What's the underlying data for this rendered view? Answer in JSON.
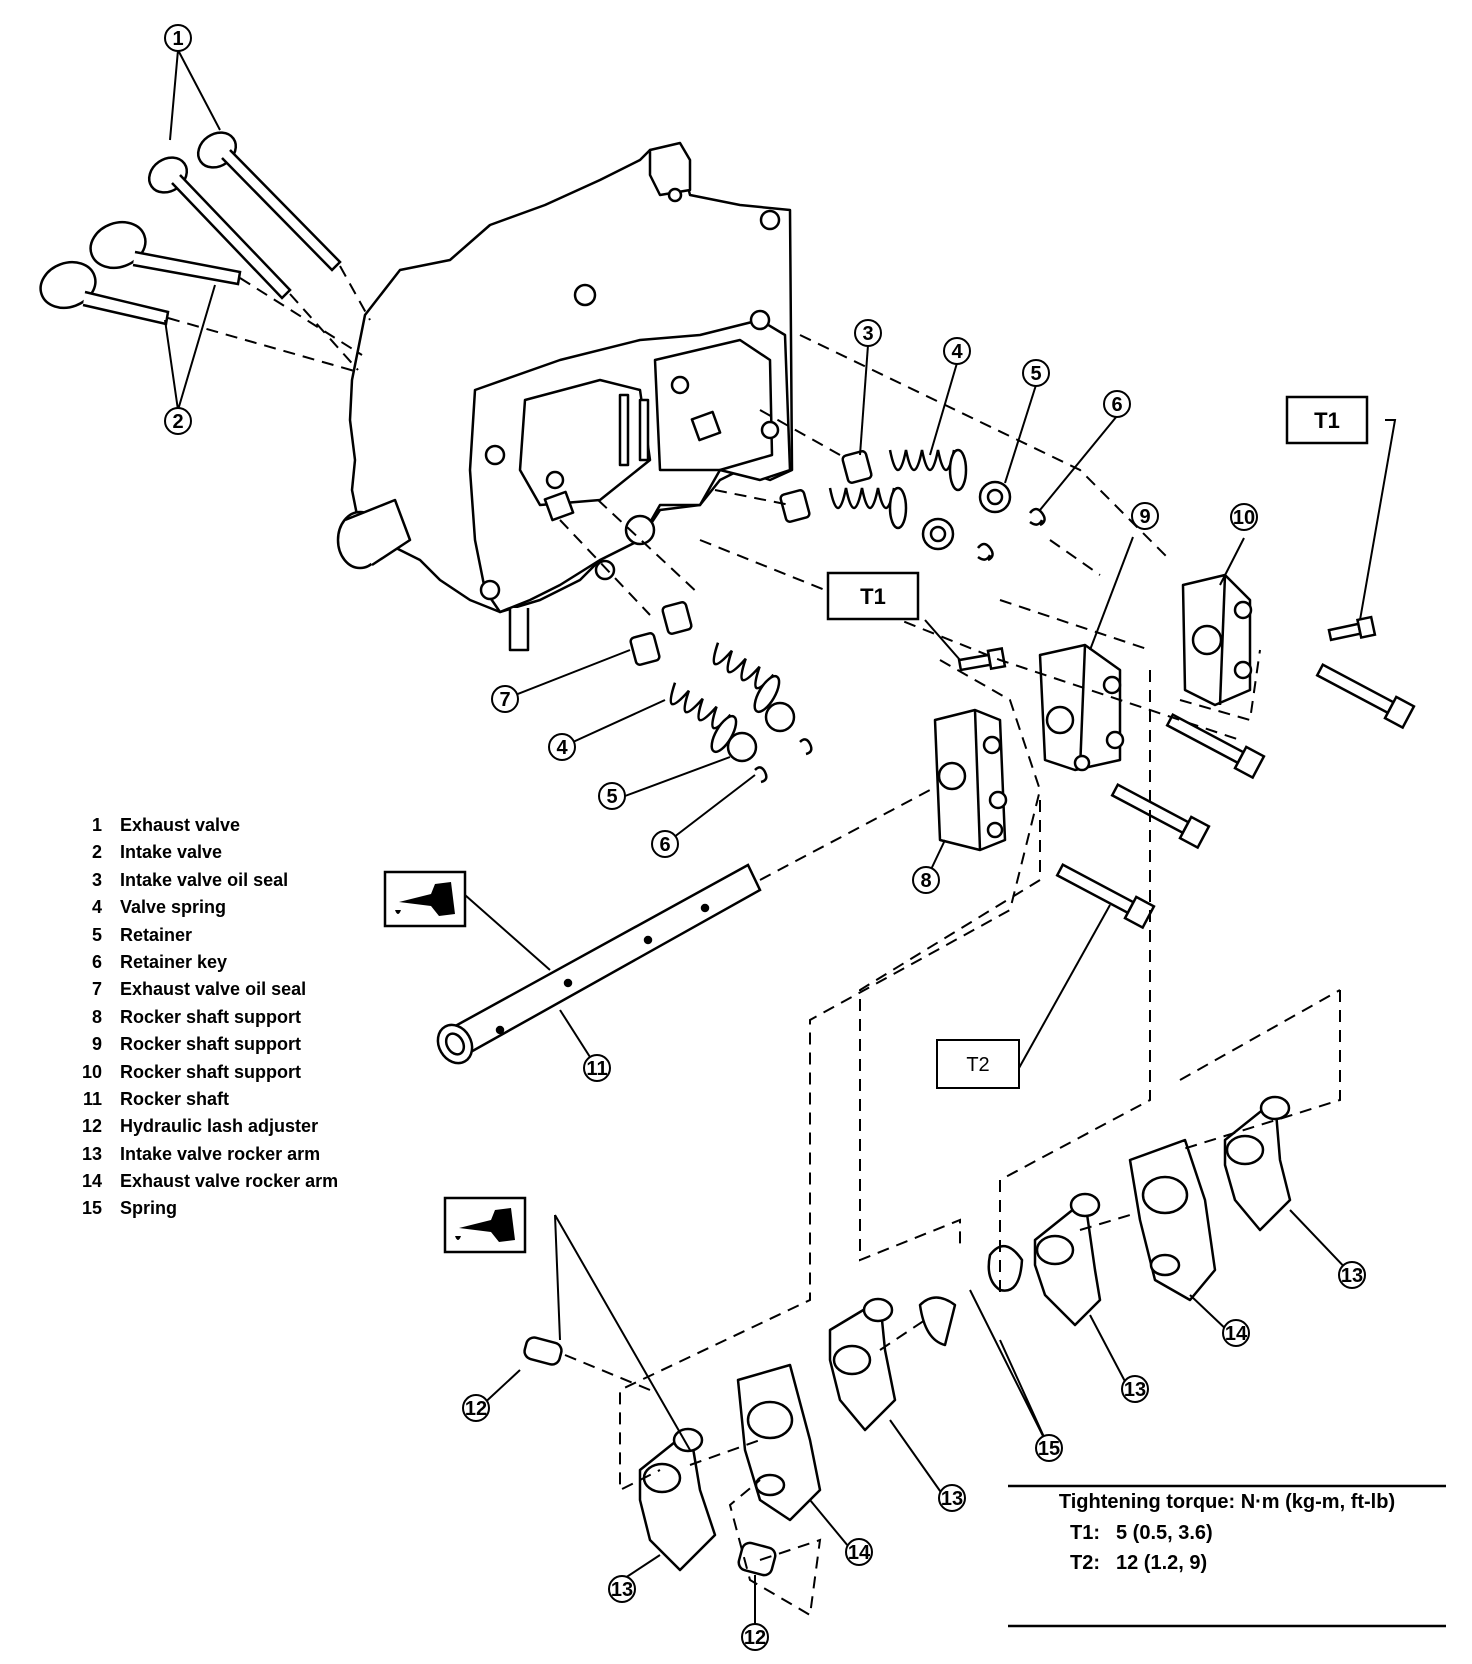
{
  "callouts": [
    "1",
    "2",
    "3",
    "4",
    "5",
    "6",
    "7",
    "4",
    "5",
    "6",
    "8",
    "9",
    "10",
    "11",
    "12",
    "13",
    "14",
    "13",
    "15",
    "13",
    "14",
    "13",
    "12"
  ],
  "legend": [
    {
      "num": "1",
      "text": "Exhaust valve"
    },
    {
      "num": "2",
      "text": "Intake valve"
    },
    {
      "num": "3",
      "text": "Intake valve oil seal"
    },
    {
      "num": "4",
      "text": "Valve spring"
    },
    {
      "num": "5",
      "text": "Retainer"
    },
    {
      "num": "6",
      "text": "Retainer key"
    },
    {
      "num": "7",
      "text": "Exhaust valve oil seal"
    },
    {
      "num": "8",
      "text": "Rocker shaft support"
    },
    {
      "num": "9",
      "text": "Rocker shaft support"
    },
    {
      "num": "10",
      "text": "Rocker shaft support"
    },
    {
      "num": "11",
      "text": "Rocker shaft"
    },
    {
      "num": "12",
      "text": "Hydraulic lash adjuster"
    },
    {
      "num": "13",
      "text": "Intake valve rocker arm"
    },
    {
      "num": "14",
      "text": "Exhaust valve rocker arm"
    },
    {
      "num": "15",
      "text": "Spring"
    }
  ],
  "torque_tags": {
    "t1_top": "T1",
    "t1_mid": "T1",
    "t2": "T2"
  },
  "torque": {
    "title": "Tightening torque:  N·m (kg-m, ft-lb)",
    "rows": [
      {
        "code": "T1:",
        "value": "5 (0.5, 3.6)"
      },
      {
        "code": "T2:",
        "value": "12 (1.2, 9)"
      }
    ]
  },
  "icons": [
    "oil-can-icon",
    "oil-can-icon"
  ]
}
